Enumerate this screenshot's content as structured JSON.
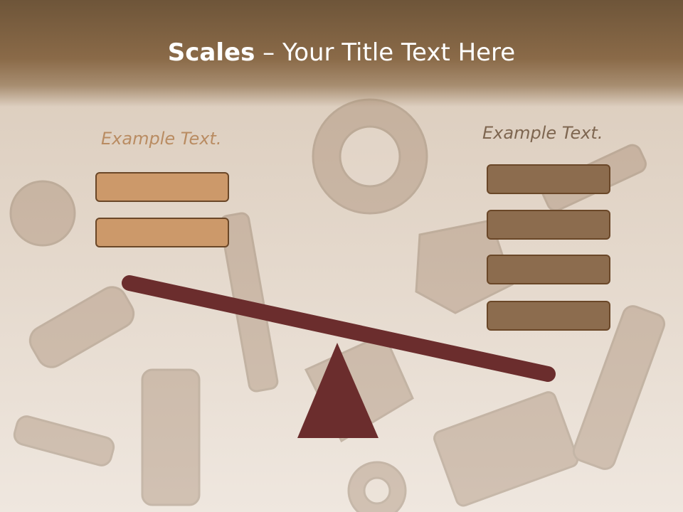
{
  "slide": {
    "title_bold": "Scales",
    "title_rest": " – Your Title Text Here",
    "left_label": "Example Text.",
    "right_label": "Example Text."
  },
  "left_boxes": [
    "",
    ""
  ],
  "right_boxes": [
    "",
    "",
    "",
    ""
  ],
  "colors": {
    "header": "#7a5e40",
    "left_box_fill": "#cc996a",
    "right_box_fill": "#8c6c4e",
    "box_border": "#6a4728",
    "beam": "#6b2d2d",
    "fulcrum": "#6b2d2d"
  }
}
